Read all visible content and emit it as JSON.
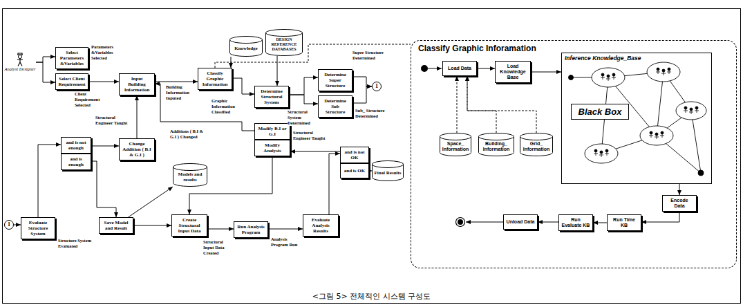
{
  "diagram": {
    "caption": "<그림 5> 전체적인 시스템 구성도",
    "nodes": [
      {
        "text": [
          "Analyst Designer"
        ]
      },
      {
        "text": [
          "Select Parameters &Variables"
        ]
      },
      {
        "text": [
          "Select Client Requirement"
        ]
      },
      {
        "text": [
          "Input Building Information"
        ]
      },
      {
        "text": [
          "Classify Graphic Information"
        ]
      },
      {
        "text": [
          "Knowledge"
        ]
      },
      {
        "text": [
          "DESIGN REFERENCE DATABASES"
        ]
      },
      {
        "text": [
          "Determine Structural System"
        ]
      },
      {
        "text": [
          "Determine Super Structure"
        ]
      },
      {
        "text": [
          "Determine Sub Structure"
        ]
      },
      {
        "text": [
          "1"
        ]
      },
      {
        "text": [
          "Change Addition ( B.I & G.I )"
        ]
      },
      {
        "text": [
          "Modify B.I or G.I"
        ]
      },
      {
        "text": [
          "Modify Analysis"
        ]
      },
      {
        "text": [
          "and is not enough"
        ]
      },
      {
        "text": [
          "and is enough"
        ]
      },
      {
        "text": [
          "and is not OK"
        ]
      },
      {
        "text": [
          "and is OK"
        ]
      },
      {
        "text": [
          "Final Results"
        ]
      },
      {
        "text": [
          "Models and results"
        ]
      },
      {
        "text": [
          "1"
        ]
      },
      {
        "text": [
          "Evaluate Structure System"
        ]
      },
      {
        "text": [
          "Save Model and Result"
        ]
      },
      {
        "text": [
          "Create Structural Input Data"
        ]
      },
      {
        "text": [
          "Run Analysis Program"
        ]
      },
      {
        "text": [
          "Evaluate Analysis Results"
        ]
      },
      {
        "text": [
          "Classify Graphic Inforamation"
        ]
      },
      {
        "text": [
          "Load Data"
        ],
        "in": 26
      },
      {
        "text": [
          "Load Knowledge Base"
        ],
        "in": 26
      },
      {
        "text": [
          "Inference Knowledge_Base"
        ],
        "in": 26
      },
      {
        "text": [
          "Black Box"
        ],
        "in": 29
      },
      {
        "text": [
          "Space_ Information"
        ],
        "in": 26
      },
      {
        "text": [
          "Building_ Information"
        ],
        "in": 26
      },
      {
        "text": [
          "Grid_ Information"
        ],
        "in": 26
      },
      {
        "text": [
          "Encode Data"
        ],
        "in": 26
      },
      {
        "text": [
          "Run Time KB"
        ],
        "in": 26
      },
      {
        "text": [
          "Run Evaluate KB"
        ],
        "in": 26
      },
      {
        "text": [
          "Unload Data"
        ],
        "in": 26
      }
    ],
    "edges": [
      {
        "from": 0,
        "to": 1,
        "arrow": "to"
      },
      {
        "from": 0,
        "to": 2,
        "arrow": "to"
      },
      {
        "from": 2,
        "to": 3,
        "arrow": "to"
      },
      {
        "from": 3,
        "to": 4,
        "arrow": "to"
      },
      {
        "from": 5,
        "to": 4,
        "arrow": "to"
      },
      {
        "from": 6,
        "to": 7,
        "arrow": "to"
      },
      {
        "from": 4,
        "to": 7,
        "arrow": "to"
      },
      {
        "from": 7,
        "to": 8,
        "arrow": "to"
      },
      {
        "from": 7,
        "to": 9,
        "arrow": "to"
      },
      {
        "from": 8,
        "to": 10,
        "arrow": "to"
      },
      {
        "from": 9,
        "to": 10,
        "arrow": "to"
      },
      {
        "from": 20,
        "to": 21,
        "arrow": "to"
      },
      {
        "from": 21,
        "to": 14,
        "arrow": "to"
      },
      {
        "from": 14,
        "to": 11,
        "arrow": "to"
      },
      {
        "from": 11,
        "to": 3,
        "arrow": "to"
      },
      {
        "from": 15,
        "to": 22,
        "arrow": "to"
      },
      {
        "from": 22,
        "to": 19,
        "arrow": "to"
      },
      {
        "from": 22,
        "to": 23,
        "arrow": "to"
      },
      {
        "from": 23,
        "to": 24,
        "arrow": "to"
      },
      {
        "from": 24,
        "to": 25,
        "arrow": "to"
      },
      {
        "from": 25,
        "to": 16,
        "arrow": "to"
      },
      {
        "from": 16,
        "to": 13,
        "arrow": "to"
      },
      {
        "from": 12,
        "to": 3,
        "arrow": "to"
      },
      {
        "from": 13,
        "to": 23,
        "arrow": "to"
      },
      {
        "from": 17,
        "to": 18,
        "arrow": "to"
      },
      {
        "from": 4,
        "to": 26,
        "arrow": "none"
      },
      {
        "from": 27,
        "to": 28,
        "arrow": "to"
      },
      {
        "from": 28,
        "to": 29,
        "arrow": "to"
      },
      {
        "from": 29,
        "to": 34,
        "arrow": "to"
      },
      {
        "from": 34,
        "to": 35,
        "arrow": "to"
      },
      {
        "from": 35,
        "to": 36,
        "arrow": "to"
      },
      {
        "from": 36,
        "to": 37,
        "arrow": "to"
      },
      {
        "from": 31,
        "to": 27,
        "arrow": "to"
      },
      {
        "from": 32,
        "to": 27,
        "arrow": "to"
      },
      {
        "from": 33,
        "to": 27,
        "arrow": "to"
      }
    ],
    "labels": [
      "Parameters &Variables Selected",
      "Client Requirement Selected",
      "Building Information Inputed",
      "Graphic Information Classified",
      "Structural System Determined",
      "Super Structure Determined",
      "Sub_ Structure Determined",
      "Structural Engineer Taught",
      "Additions ( B.I & G.I ) Changed",
      "Structural Engineer Taught",
      "Structure System Evaluated",
      "Structural Input Data Created",
      "Analysis Program Run"
    ]
  }
}
